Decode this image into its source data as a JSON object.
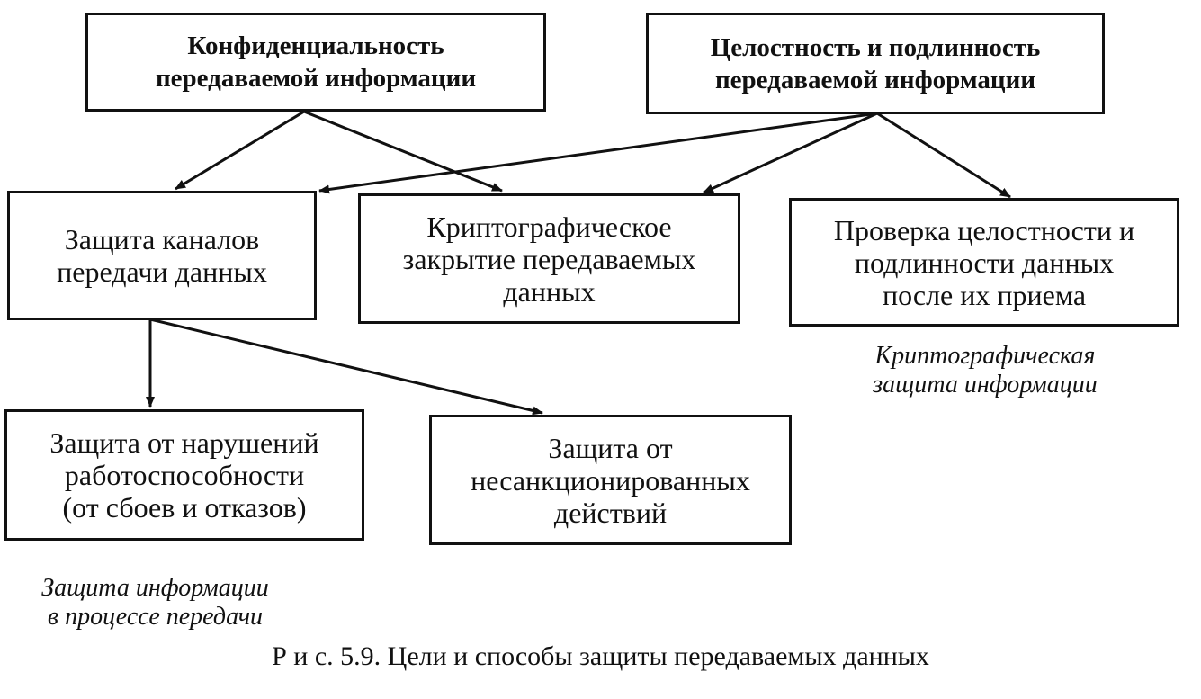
{
  "nodes": {
    "confidentiality": {
      "lines": [
        "Конфиденциальность",
        "передаваемой информации"
      ]
    },
    "integrity": {
      "lines": [
        "Целостность и подлинность",
        "передаваемой информации"
      ]
    },
    "channel_protection": {
      "lines": [
        "Защита каналов",
        "передачи данных"
      ]
    },
    "crypto_closure": {
      "lines": [
        "Криптографическое",
        "закрытие передаваемых",
        "данных"
      ]
    },
    "integrity_check": {
      "lines": [
        "Проверка целостности и",
        "подлинности данных",
        "после их приема"
      ]
    },
    "failure_protection": {
      "lines": [
        "Защита от нарушений",
        "работоспособности",
        "(от сбоев и отказов)"
      ]
    },
    "unauthorized_protection": {
      "lines": [
        "Защита от",
        "несанкционированных",
        "действий"
      ]
    }
  },
  "group_labels": {
    "crypto_protection": [
      "Криптографическая",
      "защита информации"
    ],
    "transfer_protection": [
      "Защита информации",
      "в процессе передачи"
    ]
  },
  "figure_caption": "Р и с. 5.9. Цели и способы защиты передаваемых данных"
}
